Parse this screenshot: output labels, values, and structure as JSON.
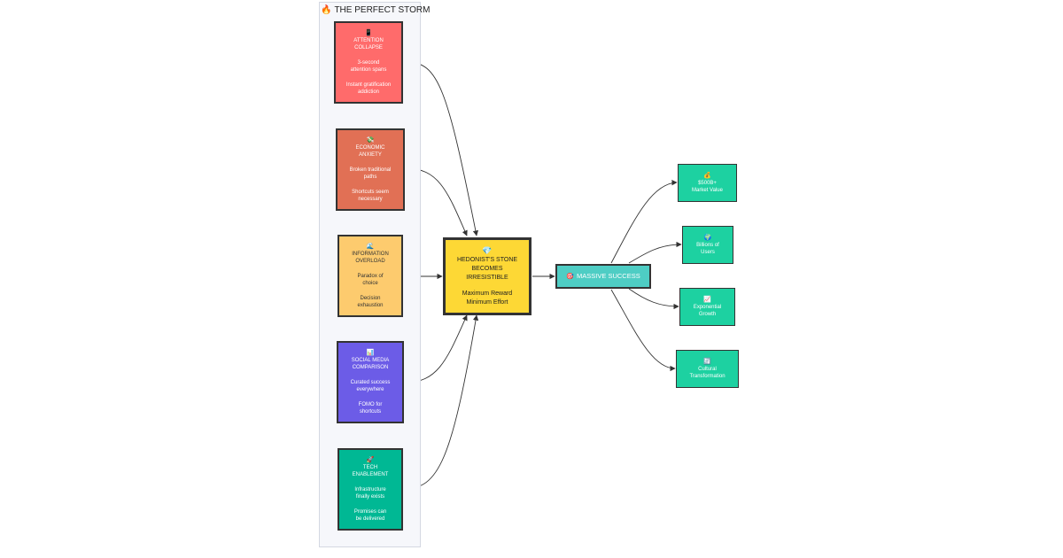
{
  "cluster": {
    "icon": "🔥",
    "title": "THE PERFECT STORM"
  },
  "causes": [
    {
      "id": "attention",
      "icon": "📱",
      "title": "ATTENTION\nCOLLAPSE",
      "lines": [
        "3-second\nattention spans",
        "Instant gratification\naddiction"
      ],
      "color": "#ff6b6b"
    },
    {
      "id": "economic",
      "icon": "💸",
      "title": "ECONOMIC\nANXIETY",
      "lines": [
        "Broken traditional\npaths",
        "Shortcuts seem\nnecessary"
      ],
      "color": "#e17055"
    },
    {
      "id": "info",
      "icon": "🌊",
      "title": "INFORMATION\nOVERLOAD",
      "lines": [
        "Paradox of\nchoice",
        "Decision\nexhaustion"
      ],
      "color": "#fdcb6e"
    },
    {
      "id": "social",
      "icon": "📊",
      "title": "SOCIAL MEDIA\nCOMPARISON",
      "lines": [
        "Curated success\neverywhere",
        "FOMO for\nshortcuts"
      ],
      "color": "#6c5ce7"
    },
    {
      "id": "tech",
      "icon": "🚀",
      "title": "TECH\nENABLEMENT",
      "lines": [
        "Infrastructure\nfinally exists",
        "Promises can\nbe delivered"
      ],
      "color": "#00b894"
    }
  ],
  "stone": {
    "icon": "💎",
    "title": "HEDONIST'S STONE\nBECOMES\nIRRESISTIBLE",
    "subtitle": "Maximum Reward\nMinimum Effort",
    "color": "#fdd835"
  },
  "success": {
    "icon": "🎯",
    "label": "MASSIVE SUCCESS",
    "color": "#4ecdc4"
  },
  "outcomes": [
    {
      "id": "market",
      "icon": "💰",
      "label": "$500B+\nMarket Value"
    },
    {
      "id": "users",
      "icon": "🌍",
      "label": "Billions of\nUsers"
    },
    {
      "id": "growth",
      "icon": "📈",
      "label": "Exponential\nGrowth"
    },
    {
      "id": "cultural",
      "icon": "🔄",
      "label": "Cultural\nTransformation"
    }
  ],
  "outcome_color": "#1dd1a1"
}
